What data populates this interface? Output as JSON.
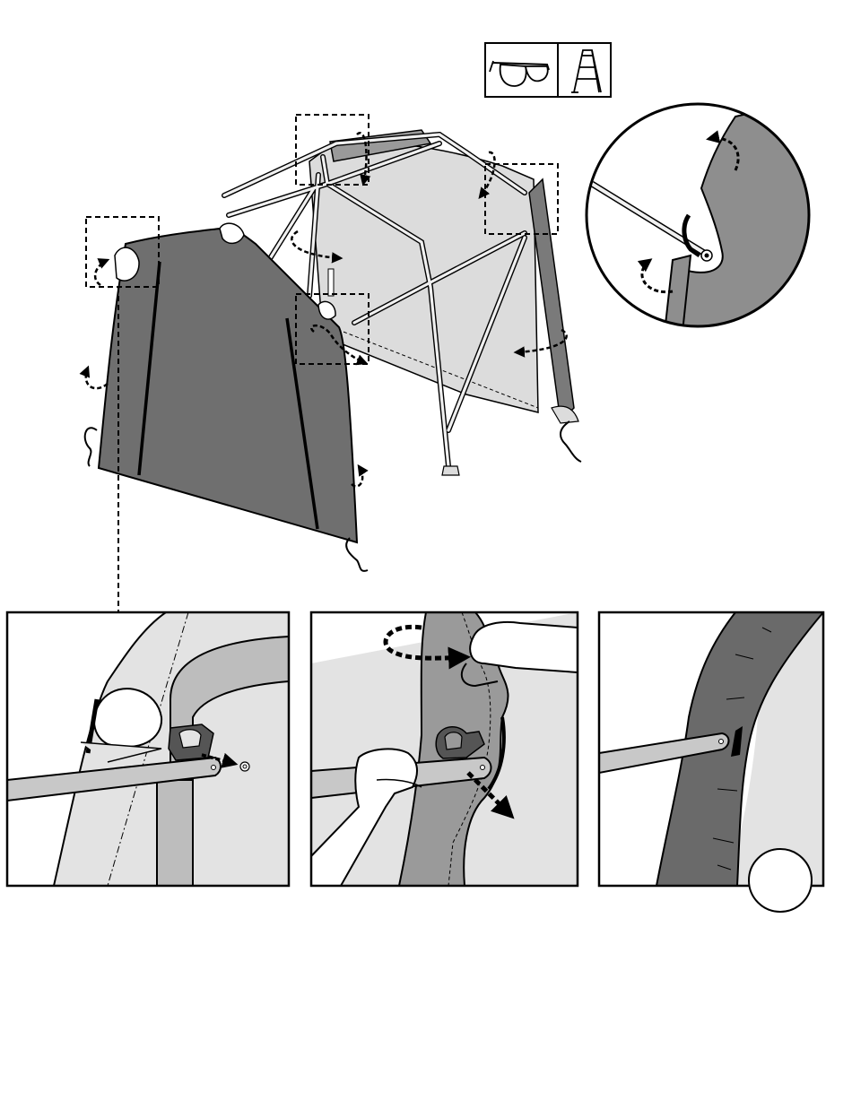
{
  "page": {
    "background": "#ffffff"
  },
  "palette": {
    "ink": "#000000",
    "cover_dark": "#6f6f6f",
    "cover_mid": "#9a9a9a",
    "cover_light": "#dcdcdc",
    "frame_light": "#e6e6e6",
    "white": "#ffffff"
  },
  "safety_icons": [
    {
      "name": "safety-glasses-icon"
    },
    {
      "name": "step-ladder-icon"
    }
  ],
  "detail_panels": [
    {
      "name": "detail-panel-insert-bolt"
    },
    {
      "name": "detail-panel-pull-cover"
    },
    {
      "name": "detail-panel-completed"
    }
  ],
  "zoom_callout": {
    "name": "zoom-callout-circle"
  }
}
